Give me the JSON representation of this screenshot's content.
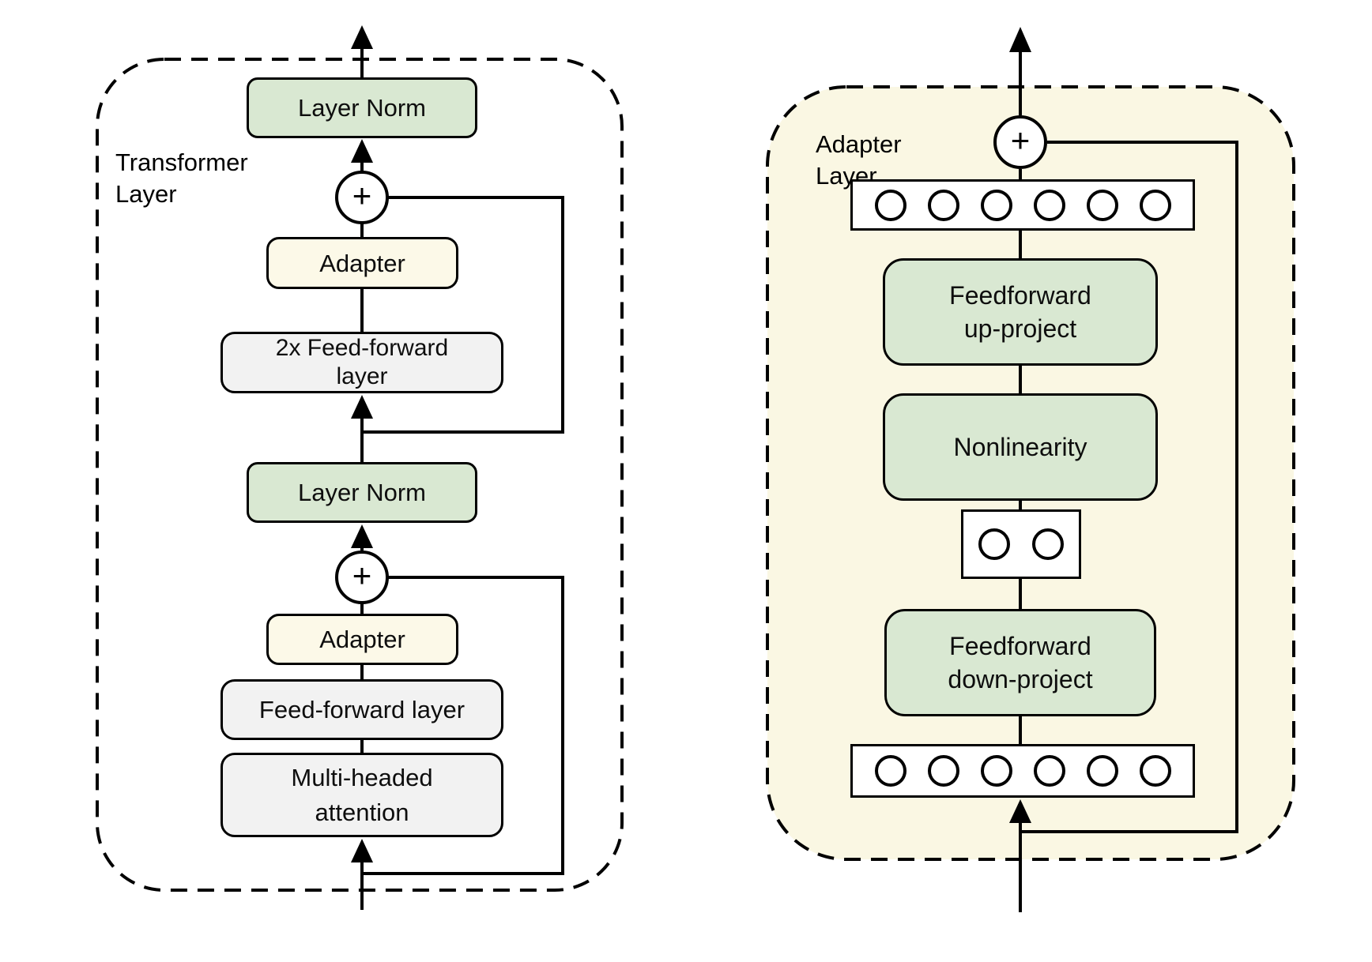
{
  "left_panel": {
    "label": {
      "line1": "Transformer",
      "line2": "Layer"
    },
    "plus_symbol": "+",
    "boxes": {
      "layer_norm_top": "Layer Norm",
      "adapter_top": "Adapter",
      "feedforward_2x": {
        "line1": "2x Feed-forward",
        "line2": "layer"
      },
      "layer_norm_bottom": "Layer Norm",
      "adapter_bottom": "Adapter",
      "feedforward": "Feed-forward layer",
      "attention": {
        "line1": "Multi-headed",
        "line2": "attention"
      }
    }
  },
  "right_panel": {
    "label": {
      "line1": "Adapter",
      "line2": "Layer"
    },
    "plus_symbol": "+",
    "boxes": {
      "up_project": {
        "line1": "Feedforward",
        "line2": "up-project"
      },
      "nonlinearity": "Nonlinearity",
      "down_project": {
        "line1": "Feedforward",
        "line2": "down-project"
      }
    },
    "feature_vectors": {
      "top_cells": 6,
      "middle_cells": 2,
      "bottom_cells": 6
    }
  },
  "colors": {
    "green_box": "#d9e8d2",
    "grey_box": "#f2f2f2",
    "cream_box": "#fcf9e8",
    "adapter_panel_bg": "#faf7e3",
    "line": "#000000"
  }
}
